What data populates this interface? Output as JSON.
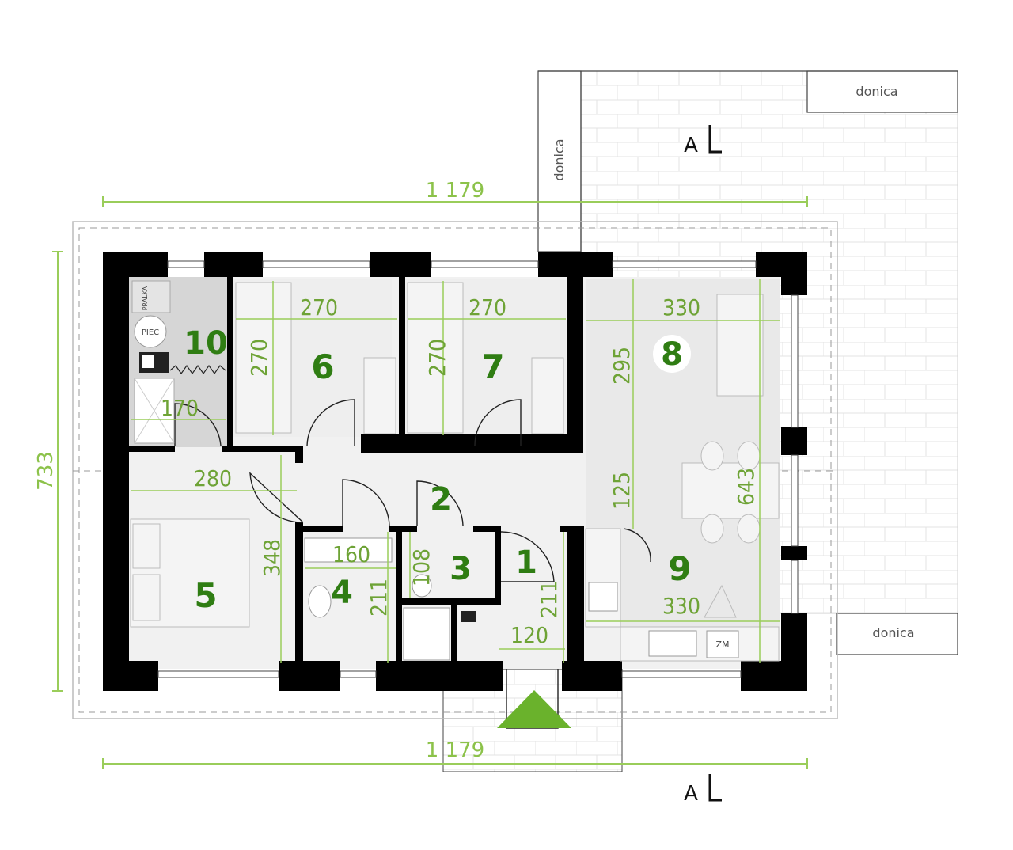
{
  "rooms": [
    {
      "id": "1",
      "label": "1"
    },
    {
      "id": "2",
      "label": "2"
    },
    {
      "id": "3",
      "label": "3"
    },
    {
      "id": "4",
      "label": "4"
    },
    {
      "id": "5",
      "label": "5"
    },
    {
      "id": "6",
      "label": "6"
    },
    {
      "id": "7",
      "label": "7"
    },
    {
      "id": "8",
      "label": "8"
    },
    {
      "id": "9",
      "label": "9"
    },
    {
      "id": "10",
      "label": "10"
    }
  ],
  "dimensions": {
    "overall_width_top": "1 179",
    "overall_width_bottom": "1 179",
    "overall_depth": "733",
    "room6_width": "270",
    "room6_depth": "270",
    "room7_width": "270",
    "room7_depth": "270",
    "room8_width": "330",
    "room8_depth": "295",
    "room9_width": "330",
    "living_total_depth": "643",
    "hall_depth": "125",
    "room10_width": "170",
    "corridor_width": "280",
    "room5_depth": "348",
    "room4_width": "160",
    "room4_depth": "211",
    "room3_depth": "108",
    "room1_depth_left": "211",
    "room1_width": "120"
  },
  "labels": {
    "planter_top_right": "donica",
    "planter_top_left": "donica",
    "planter_right": "donica",
    "boiler": "PIEC",
    "washer": "PRALKA",
    "fridge": "ZM",
    "section_top": "A",
    "section_bottom": "A"
  }
}
